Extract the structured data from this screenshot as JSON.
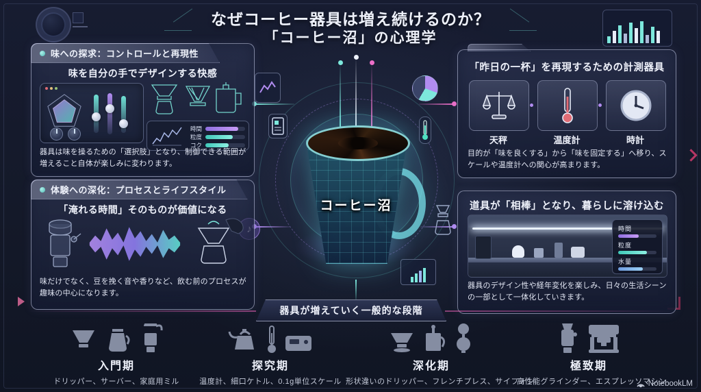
{
  "title": {
    "line1": "なぜコーヒー器具は増え続けるのか？",
    "line2": "「コーヒー沼」の心理学"
  },
  "center": {
    "mug_label": "コーヒー沼"
  },
  "panels": {
    "taste": {
      "header": "味への探求：コントロールと再現性",
      "subtitle": "味を自分の手でデザインする快感",
      "body": "器具は味を操るための「選択肢」となり、制御できる範囲が増えること自体が楽しみに変わります。",
      "chart_rows": [
        {
          "label": "時間"
        },
        {
          "label": "粒度"
        },
        {
          "label": "コク"
        }
      ]
    },
    "experience": {
      "header": "体験への深化：プロセスとライフスタイル",
      "subtitle": "「淹れる時間」そのものが価値になる",
      "body": "味だけでなく、豆を挽く音や香りなど、飲む前のプロセスが趣味の中心になります。"
    },
    "measurement": {
      "header": "「昨日の一杯」を再現するための計測器具",
      "items": [
        {
          "label": "天秤"
        },
        {
          "label": "温度計"
        },
        {
          "label": "時計"
        }
      ],
      "body": "目的が「味を良くする」から「味を固定する」へ移り、スケールや温度計への関心が高まります。"
    },
    "lifestyle": {
      "header": "道具が「相棒」となり、暮らしに溶け込む",
      "sliders": [
        {
          "label": "時間"
        },
        {
          "label": "粒度"
        },
        {
          "label": "水量"
        }
      ],
      "body": "器具のデザイン性や経年変化を楽しみ、日々の生活シーンの一部として一体化していきます。"
    }
  },
  "stages_banner": "器具が増えていく一般的な段階",
  "stages": [
    {
      "name": "入門期",
      "items": "ドリッパー、サーバー、家庭用ミル"
    },
    {
      "name": "探究期",
      "items": "温度計、細口ケトル、0.1g単位スケール"
    },
    {
      "name": "深化期",
      "items": "形状違いのドリッパー、フレンチプレス、サイフォン"
    },
    {
      "name": "極致期",
      "items": "高性能グラインダー、エスプレッソマシン"
    }
  ],
  "watermark": "NotebookLM",
  "colors": {
    "background": "#161b2f",
    "teal": "#78e6da",
    "purple": "#b18cf0",
    "pink": "#ec6fc8",
    "panel_border": "#c9cee9"
  }
}
